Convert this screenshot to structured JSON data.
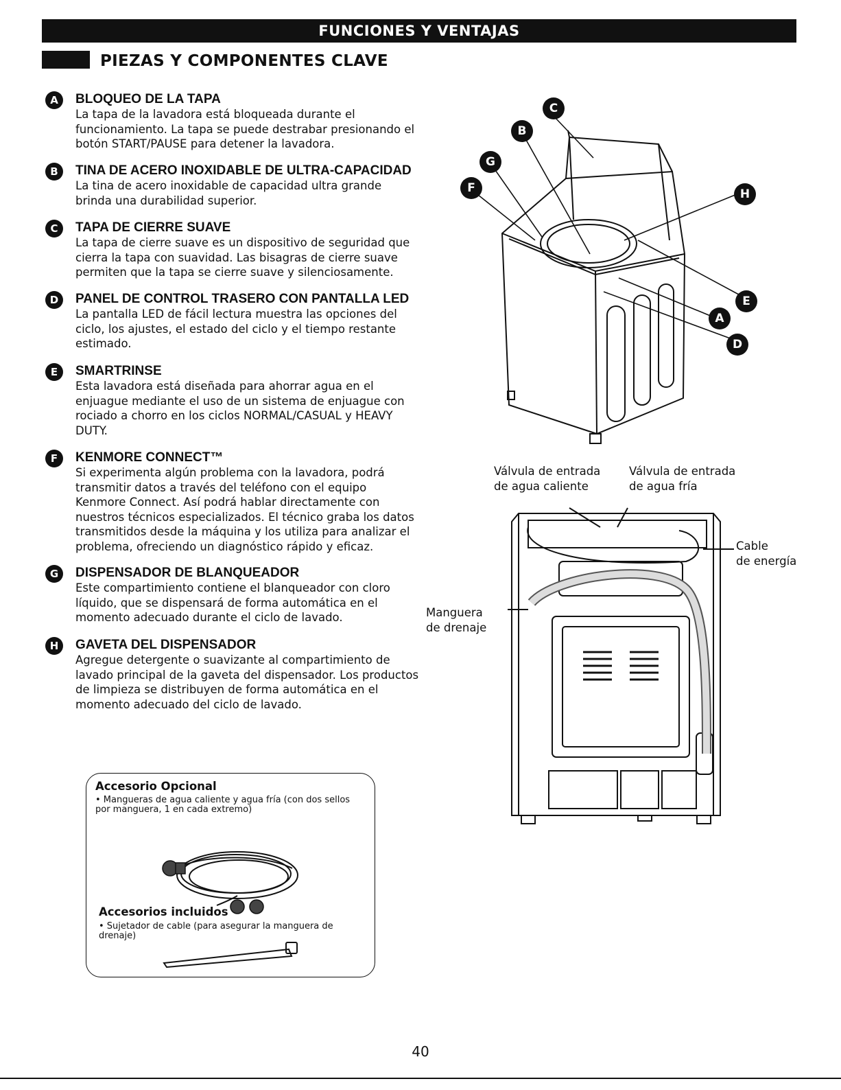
{
  "header": {
    "banner": "FUNCIONES Y VENTAJAS",
    "section_title": "PIEZAS Y COMPONENTES CLAVE"
  },
  "items": [
    {
      "letter": "A",
      "title": "BLOQUEO DE LA TAPA",
      "text": "La tapa de la lavadora está bloqueada durante el\nfuncionamiento. La tapa se puede destrabar presionando el\nbotón START/PAUSE para detener la lavadora."
    },
    {
      "letter": "B",
      "title": "TINA DE ACERO INOXIDABLE DE ULTRA-CAPACIDAD",
      "text": "La tina de acero inoxidable de capacidad ultra grande\nbrinda una durabilidad superior."
    },
    {
      "letter": "C",
      "title": "TAPA DE CIERRE SUAVE",
      "text": "La tapa de cierre suave es un dispositivo de seguridad que\ncierra la tapa con suavidad. Las bisagras de cierre suave\npermiten que la tapa se cierre suave y silenciosamente."
    },
    {
      "letter": "D",
      "title": "PANEL DE CONTROL TRASERO CON PANTALLA LED",
      "text": "La pantalla LED de fácil lectura muestra las opciones del\nciclo, los ajustes, el estado del ciclo y el tiempo restante\nestimado."
    },
    {
      "letter": "E",
      "title": "SMARTRINSE",
      "text": "Esta lavadora está diseñada para ahorrar agua en el\nenjuague mediante el uso de un sistema de enjuague con\nrociado a chorro en los ciclos NORMAL/CASUAL y HEAVY\nDUTY."
    },
    {
      "letter": "F",
      "title": "KENMORE CONNECT™",
      "text": "Si experimenta algún problema con la lavadora, podrá\ntransmitir datos a través del teléfono con el equipo\nKenmore Connect. Así podrá hablar directamente con\nnuestros técnicos especializados. El técnico graba los datos\ntransmitidos desde la máquina y los utiliza para analizar el\nproblema, ofreciendo un diagnóstico rápido y eficaz."
    },
    {
      "letter": "G",
      "title": "DISPENSADOR DE BLANQUEADOR",
      "text": "Este compartimiento contiene el blanqueador con cloro\nlíquido, que se dispensará de forma automática en el\nmomento adecuado durante el ciclo de lavado."
    },
    {
      "letter": "H",
      "title": "GAVETA DEL DISPENSADOR",
      "text": "Agregue detergente o suavizante al compartimiento de\nlavado principal de la gaveta del dispensador. Los productos\nde limpieza se distribuyen de forma automática en el\nmomento adecuado del ciclo de lavado."
    }
  ],
  "accessories": {
    "optional_title": "Accesorio Opcional",
    "optional_text": "• Mangueras de agua caliente y agua fría (con dos sellos\n   por manguera, 1 en cada extremo)",
    "included_title": "Accesorios incluidos",
    "included_text": "• Sujetador de cable (para asegurar la manguera de\n   drenaje)"
  },
  "diagram_labels": {
    "hot_valve": "Válvula de entrada\nde agua caliente",
    "cold_valve": "Válvula de entrada\nde agua fría",
    "power_cable": "Cable\nde energía",
    "drain_hose": "Manguera\nde drenaje"
  },
  "callouts": {
    "a": "A",
    "b": "B",
    "c": "C",
    "d": "D",
    "e": "E",
    "f": "F",
    "g": "G",
    "h": "H"
  },
  "footer": {
    "page_number": "40"
  }
}
